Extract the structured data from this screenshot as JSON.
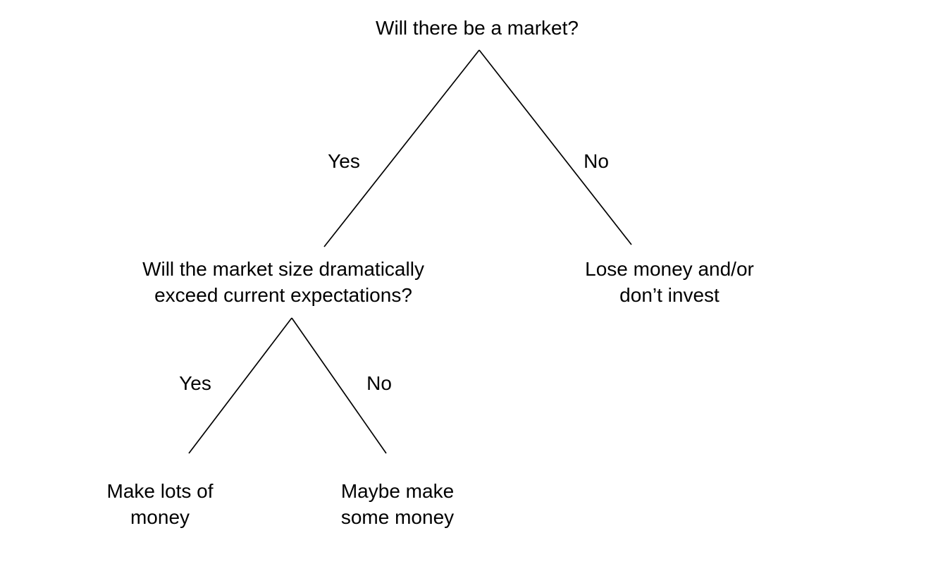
{
  "colors": {
    "background": "#ffffff",
    "text": "#000000",
    "line": "#000000"
  },
  "tree": {
    "root_question": "Will there be a market?",
    "level1": {
      "yes_label": "Yes",
      "no_label": "No",
      "yes_child_question": {
        "line1": "Will the market size dramatically",
        "line2": "exceed current expectations?"
      },
      "no_child_outcome": {
        "line1": "Lose money and/or",
        "line2": "don’t invest"
      }
    },
    "level2": {
      "yes_label": "Yes",
      "no_label": "No",
      "yes_child_outcome": {
        "line1": "Make lots of",
        "line2": "money"
      },
      "no_child_outcome": {
        "line1": "Maybe make",
        "line2": "some money"
      }
    }
  }
}
